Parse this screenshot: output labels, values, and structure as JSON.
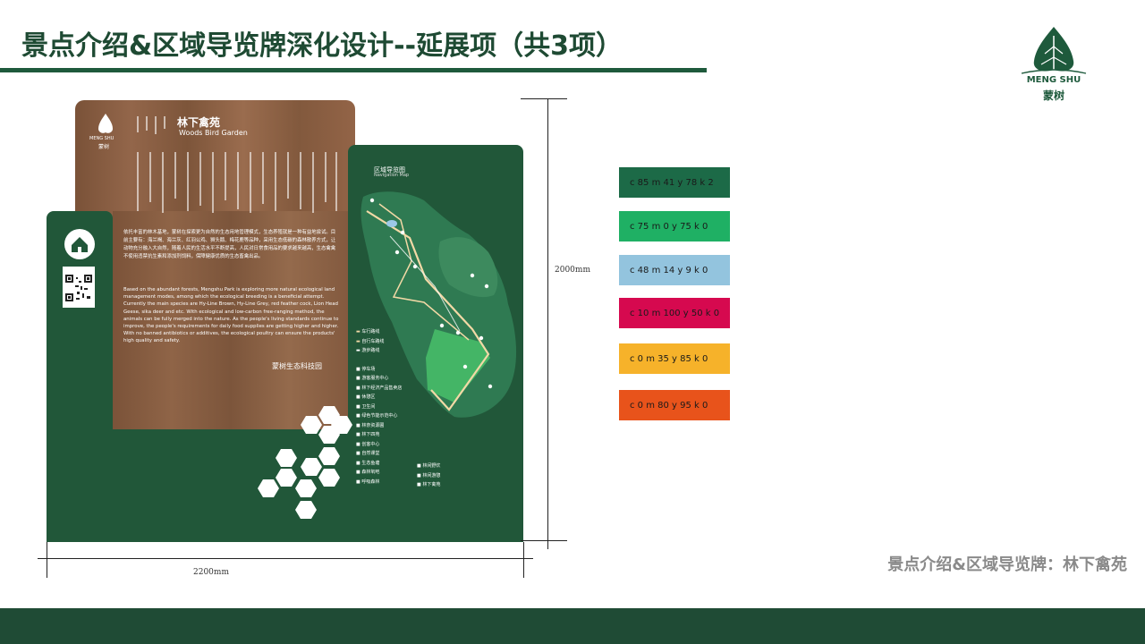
{
  "title": "景点介绍&区域导览牌深化设计--延展项（共3项）",
  "logo": {
    "en": "MENG SHU",
    "cn": "蒙树"
  },
  "sign": {
    "name_cn": "林下禽苑",
    "name_en": "Woods Bird Garden",
    "logo_en": "MENG SHU",
    "logo_cn": "蒙树",
    "body_cn": "依托丰富的林木基地，蒙树在探索更为自然的生态用地管理模式，生态养殖就是一种有益地尝试。目前主要有：海兰褐、海兰灰、红羽公鸡、狮头鹅、梅花鹿等品种，采用生态低碳的森林散养方式，让动物充分融入大自然，随着人民的生活水平不断提高，人民对日常食用品的要求越来越高，生态禽禽不使用违禁抗生素和添加剂饲料，保障健康优质的生态畜禽出品。",
    "body_en": "Based on the abundant forests, Mengshu Park is exploring more natural ecological land management modes, among which the ecological breeding is a beneficial attempt. Currently the main species are Hy-Line Brown, Hy-Line Grey, red feather cock, Lion Head Geese, sika deer and etc. With ecological and low-carbon free-ranging method, the animals can be fully merged into the nature. As the people's living standards continue to improve, the people's requirements for daily food supplies are getting higher and higher. With no banned antibiotics or additives, the ecological poultry can ensure the products' high quality and safety.",
    "brand": "蒙树生态科技园",
    "nav_title": "区域导览图",
    "nav_sub": "Navigation Map",
    "legend": [
      "车行路线",
      "自行车路线",
      "游步路线",
      "停车场",
      "游客服务中心",
      "林下经济产品售卖店",
      "休憩区",
      "卫生间",
      "绿色节能示范中心",
      "林奈资源圃",
      "林下四苑",
      "创客中心",
      "自然课堂",
      "生态鱼塘",
      "森林氧吧",
      "呼吸森林",
      "林间野炊",
      "林间游憩",
      "林下禽苑"
    ]
  },
  "dimensions": {
    "height": "2000mm",
    "width": "2200mm"
  },
  "swatches": [
    {
      "label": "c 85 m 41 y 78 k 2",
      "color": "#1c6a47",
      "text_color": "#1a1a1a"
    },
    {
      "label": "c 75 m  0 y 75 k  0",
      "color": "#1fb064",
      "text_color": "#1a1a1a"
    },
    {
      "label": "c 48 m 14 y  9 k  0",
      "color": "#93c4de",
      "text_color": "#1a1a1a"
    },
    {
      "label": "c 10 m 100 y 50 k 0",
      "color": "#d6094f",
      "text_color": "#1a1a1a"
    },
    {
      "label": "c  0 m 35 y 85 k  0",
      "color": "#f6b22a",
      "text_color": "#1a1a1a"
    },
    {
      "label": "c  0 m 80 y 95 k  0",
      "color": "#e8531b",
      "text_color": "#1a1a1a"
    }
  ],
  "caption": "景点介绍&区域导览牌：林下禽苑"
}
